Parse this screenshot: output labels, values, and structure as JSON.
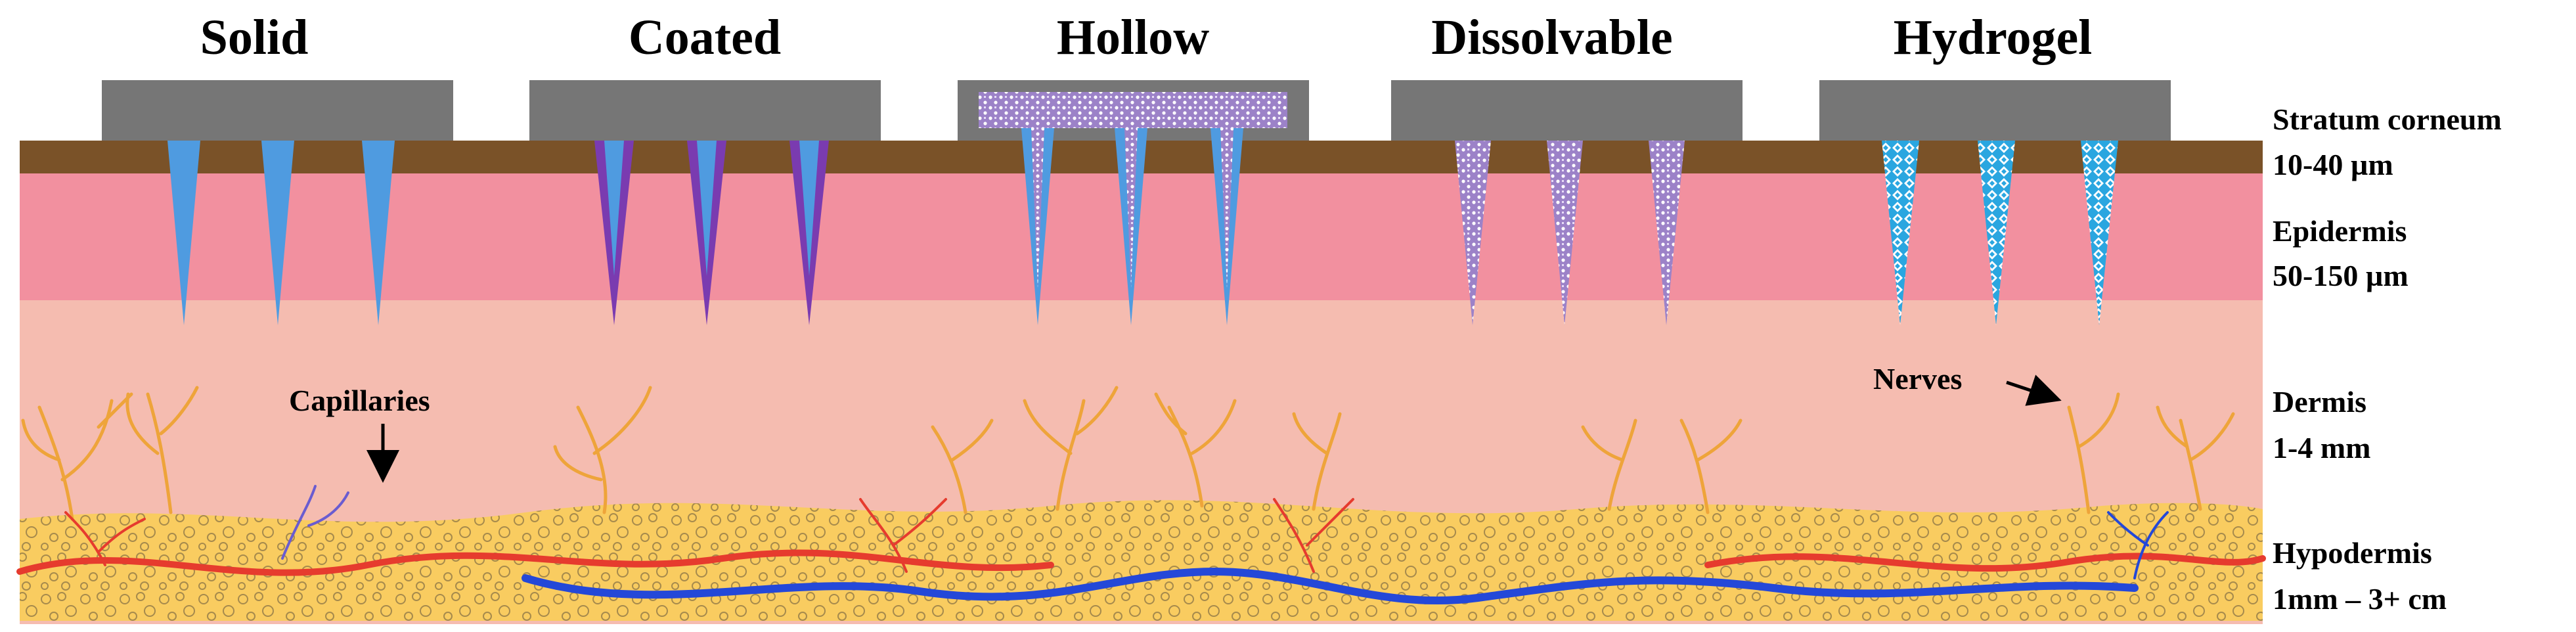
{
  "needle_types": [
    {
      "label": "Solid"
    },
    {
      "label": "Coated"
    },
    {
      "label": "Hollow"
    },
    {
      "label": "Dissolvable"
    },
    {
      "label": "Hydrogel"
    }
  ],
  "skin_layers": [
    {
      "name": "Stratum corneum",
      "thickness": "10-40 µm"
    },
    {
      "name": "Epidermis",
      "thickness": "50-150 µm"
    },
    {
      "name": "Dermis",
      "thickness": "1-4 mm"
    },
    {
      "name": "Hypodermis",
      "thickness": "1mm – 3+ cm"
    }
  ],
  "callouts": {
    "capillaries": "Capillaries",
    "nerves": "Nerves"
  },
  "colors": {
    "stratum_corneum": "#7a5228",
    "epidermis": "#f2909f",
    "dermis": "#f5bcb0",
    "hypodermis": "#f9cc60",
    "patch_base": "#767676",
    "needle_blue": "#4f9be0",
    "coating_purple": "#7a3bb0",
    "artery_red": "#e63b2e",
    "vein_blue": "#2448d8",
    "nerve_orange": "#eea43a",
    "dissolvable_fill": "#a88ed0",
    "hydrogel_fill": "#2aa6e0"
  }
}
